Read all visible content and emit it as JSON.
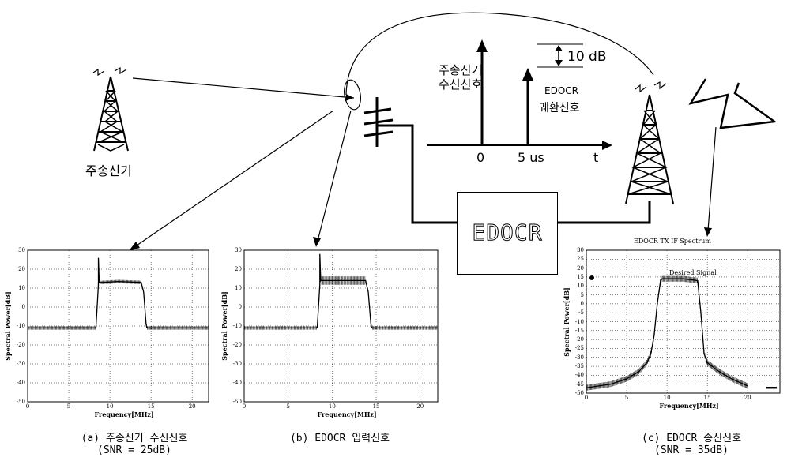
{
  "labels": {
    "main_tx": "주송신기",
    "received_signal_line1": "주송신기",
    "received_signal_line2": "수신신호",
    "feedback_line1": "EDOCR",
    "feedback_line2": "궤환신호",
    "delta": "10 dB",
    "t0": "0",
    "t1": "5 us",
    "t_axis": "t",
    "edocr_box": "EDOCR"
  },
  "captions": [
    {
      "line1": "(a) 주송신기 수신신호",
      "line2": "(SNR = 25dB)"
    },
    {
      "line1": "(b) EDOCR 입력신호",
      "line2": ""
    },
    {
      "line1": "(c) EDOCR 송신신호",
      "line2": "(SNR = 35dB)"
    }
  ],
  "chart_data": [
    {
      "type": "line",
      "title": "",
      "xlabel": "Frequency[MHz]",
      "ylabel": "Spectral Power[dB]",
      "xlim": [
        0,
        22
      ],
      "ylim": [
        -50,
        30
      ],
      "x_ticks": [
        "0",
        "5",
        "10",
        "15",
        "20"
      ],
      "y_ticks": [
        "30",
        "20",
        "10",
        "0",
        "-10",
        "-20",
        "-30",
        "-40",
        "-50"
      ],
      "grid": true,
      "series": [
        {
          "x": [
            0,
            7.9,
            8.3,
            8.5,
            8.6,
            8.6,
            8.7,
            9,
            11,
            13.8,
            14.1,
            14.4,
            14.5,
            22
          ],
          "y": [
            -11,
            -11,
            -11,
            4,
            12,
            26,
            13,
            13,
            13.5,
            13,
            8,
            -9,
            -11,
            -11
          ]
        }
      ]
    },
    {
      "type": "line",
      "title": "",
      "xlabel": "Frequency[MHz]",
      "ylabel": "Spectral Power[dB]",
      "xlim": [
        0,
        22
      ],
      "ylim": [
        -50,
        30
      ],
      "x_ticks": [
        "0",
        "5",
        "10",
        "15",
        "20"
      ],
      "y_ticks": [
        "30",
        "20",
        "10",
        "0",
        "-10",
        "-20",
        "-30",
        "-40",
        "-50"
      ],
      "grid": true,
      "series": [
        {
          "x": [
            0,
            7.9,
            8.3,
            8.5,
            8.6,
            8.6,
            8.7,
            9,
            11,
            13.8,
            14.1,
            14.4,
            14.5,
            22
          ],
          "y": [
            -11,
            -11,
            -11,
            4,
            12,
            28,
            14,
            14,
            14,
            14,
            8,
            -9,
            -11,
            -11
          ]
        }
      ]
    },
    {
      "type": "line",
      "title": "EDOCR TX IF Spectrum",
      "annotation": "Desired Signal",
      "xlabel": "Frequency[MHz]",
      "ylabel": "Spectral Power[dB]",
      "xlim": [
        0,
        24
      ],
      "ylim": [
        -50,
        30
      ],
      "x_ticks": [
        "0",
        "5",
        "10",
        "15",
        "20"
      ],
      "y_ticks": [
        "30",
        "25",
        "20",
        "15",
        "10",
        "5",
        "0",
        "-5",
        "-10",
        "-15",
        "-20",
        "-25",
        "-30",
        "-35",
        "-40",
        "-45",
        "-50"
      ],
      "grid": true,
      "series": [
        {
          "x": [
            0,
            3,
            5,
            6.5,
            7.5,
            8,
            8.4,
            8.8,
            9.2,
            9.4,
            12,
            13.8,
            14.2,
            14.6,
            15,
            16.5,
            18,
            20
          ],
          "y": [
            -47,
            -45,
            -42,
            -38,
            -33,
            -28,
            -18,
            0,
            13,
            14,
            14,
            13,
            -5,
            -28,
            -33,
            -38,
            -42,
            -46
          ]
        },
        {
          "x": [
            22.3,
            23.6
          ],
          "y": [
            -47,
            -47
          ]
        }
      ]
    }
  ]
}
